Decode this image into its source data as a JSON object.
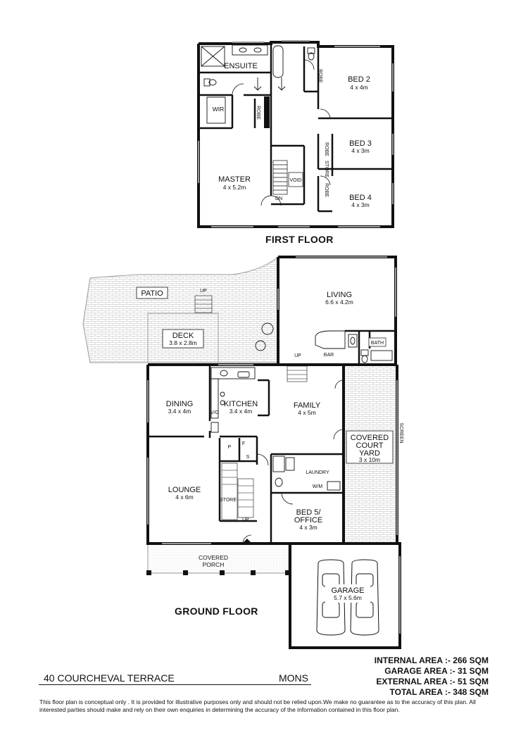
{
  "first_floor": {
    "title": "FIRST FLOOR",
    "rooms": {
      "ensuite": "ENSUITE",
      "wir": "WIR",
      "robe_master": "ROBE",
      "master": "MASTER",
      "master_dim": "4 x 5.2m",
      "void": "VOID",
      "dn": "DN",
      "robe_bed2": "ROBE",
      "bed2": "BED 2",
      "bed2_dim": "4 x 4m",
      "robe_bed3": "ROBE",
      "store": "STORE",
      "bed3": "BED 3",
      "bed3_dim": "4 x 3m",
      "robe_bed4": "ROBE",
      "bed4": "BED 4",
      "bed4_dim": "4 x 3m"
    }
  },
  "ground_floor": {
    "title": "GROUND FLOOR",
    "rooms": {
      "patio": "PATIO",
      "patio_up": "UP",
      "deck": "DECK",
      "deck_dim": "3.8 x 2.8m",
      "living": "LIVING",
      "living_dim": "6.6 x 4.2m",
      "bar": "BAR",
      "bath": "BATH",
      "up_living": "UP",
      "dining": "DINING",
      "dining_dim": "3.4 x 4m",
      "kitchen": "KITCHEN",
      "kitchen_dim": "3.4 x 4m",
      "vo": "V/O",
      "family": "FAMILY",
      "family_dim": "4 x 5m",
      "p": "P",
      "f": "F",
      "s": "S",
      "covered_court_yard_1": "COVERED",
      "covered_court_yard_2": "COURT",
      "covered_court_yard_3": "YARD",
      "court_dim": "3 x 10m",
      "screen": "SCREEN",
      "laundry": "LAUNDRY",
      "wm": "W/M",
      "lounge": "LOUNGE",
      "lounge_dim": "4 x 6m",
      "store": "STORE",
      "up_stair": "UP",
      "bed5_1": "BED 5/",
      "bed5_2": "OFFICE",
      "bed5_dim": "4 x 3m",
      "porch_1": "COVERED",
      "porch_2": "PORCH",
      "garage": "GARAGE",
      "garage_dim": "5.7 x 5.6m"
    }
  },
  "footer": {
    "address": "40 COURCHEVAL TERRACE",
    "suburb": "MONS",
    "areas": [
      {
        "label": "INTERNAL AREA :-",
        "value": "266 SQM"
      },
      {
        "label": "GARAGE AREA :-",
        "value": "31 SQM"
      },
      {
        "label": "EXTERNAL AREA :-",
        "value": "51 SQM"
      },
      {
        "label": "TOTAL AREA :-",
        "value": "348 SQM"
      }
    ],
    "disclaimer": "This floor plan  is conceptual only . It is provided for illustrative purposes only and should not be relied upon.We make no guarantee as to the accuracy of this plan. All interested parties should make and rely on their own enquiries in determining the accuracy of the information contained in this floor plan."
  },
  "colors": {
    "wall": "#111111",
    "hatch": "#cccccc",
    "window": "#999999"
  }
}
